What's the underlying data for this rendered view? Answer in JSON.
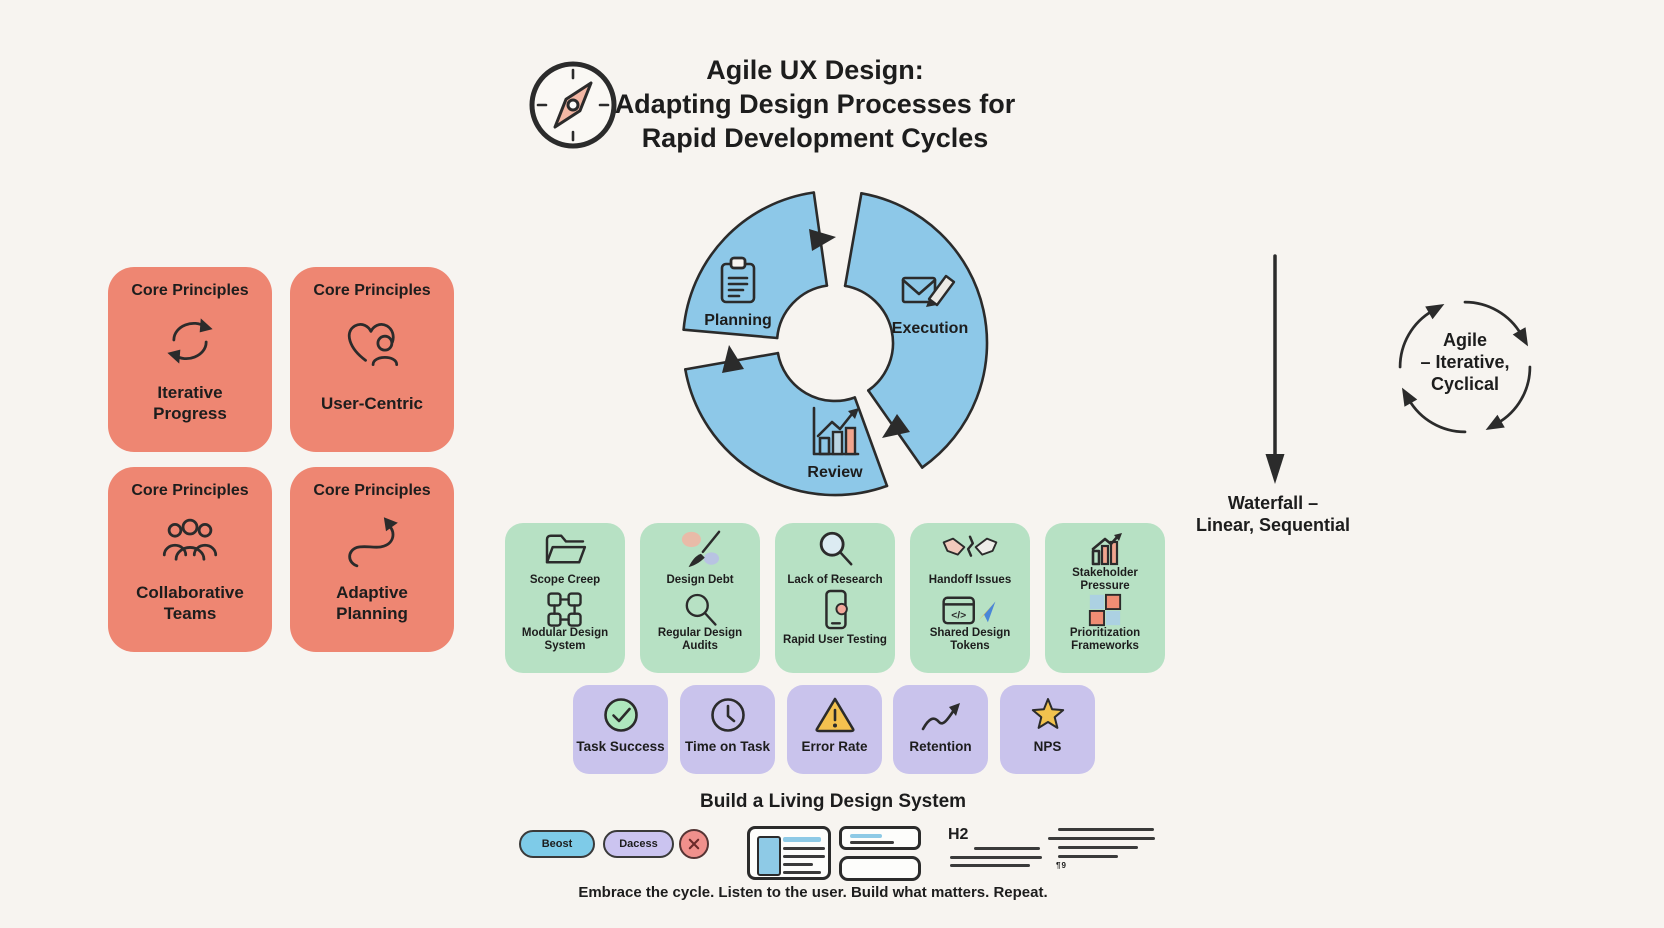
{
  "title": {
    "line1": "Agile UX Design:",
    "line2": "Adapting Design Processes for",
    "line3": "Rapid Development Cycles"
  },
  "core_principles": {
    "header": "Core Principles",
    "cards": [
      {
        "label": "Iterative Progress",
        "icon": "sync-icon"
      },
      {
        "label": "User-Centric",
        "icon": "heart-user-icon"
      },
      {
        "label": "Collaborative Teams",
        "icon": "team-icon"
      },
      {
        "label": "Adaptive Planning",
        "icon": "winding-arrow-icon"
      }
    ]
  },
  "cycle": {
    "stages": [
      {
        "label": "Planning",
        "icon": "clipboard-icon"
      },
      {
        "label": "Execution",
        "icon": "envelope-pencil-icon"
      },
      {
        "label": "Review",
        "icon": "bar-chart-icon"
      }
    ]
  },
  "comparison": {
    "waterfall": {
      "line1": "Waterfall –",
      "line2": "Linear, Sequential"
    },
    "agile": {
      "line1": "Agile",
      "line2": "– Iterative,",
      "line3": "Cyclical"
    }
  },
  "challenges": [
    {
      "problem": "Scope Creep",
      "solution": "Modular Design System",
      "problem_icon": "folder-icon",
      "solution_icon": "modules-icon"
    },
    {
      "problem": "Design Debt",
      "solution": "Regular Design Audits",
      "problem_icon": "paintbrush-icon",
      "solution_icon": "magnifier-icon"
    },
    {
      "problem": "Lack of Research",
      "solution": "Rapid User Testing",
      "problem_icon": "magnifier-icon",
      "solution_icon": "phone-icon"
    },
    {
      "problem": "Handoff Issues",
      "solution": "Shared Design Tokens",
      "problem_icon": "handshake-icon",
      "solution_icon": "code-token-icon"
    },
    {
      "problem": "Stakeholder Pressure",
      "solution": "Prioritization Frameworks",
      "problem_icon": "mini-chart-icon",
      "solution_icon": "quadrant-icon"
    }
  ],
  "metrics": [
    {
      "label": "Task Success",
      "icon": "check-circle-icon"
    },
    {
      "label": "Time on Task",
      "icon": "clock-icon"
    },
    {
      "label": "Error Rate",
      "icon": "warning-icon"
    },
    {
      "label": "Retention",
      "icon": "trend-up-icon"
    },
    {
      "label": "NPS",
      "icon": "star-icon"
    }
  ],
  "design_system": {
    "heading": "Build a Living Design System",
    "primary_button": "Beost",
    "secondary_button": "Dacess",
    "heading_sample": "H2",
    "caption_sample": "¶9"
  },
  "tagline": "Embrace the cycle. Listen to the user. Build what matters. Repeat.",
  "colors": {
    "background": "#f7f4f0",
    "principle_card": "#ee8672",
    "cycle_ring": "#8dc8e8",
    "challenge_card": "#b7e1c4",
    "metric_card": "#c9c3ec",
    "primary_button": "#7ecbe8",
    "secondary_button": "#cbc4f0",
    "delete_badge": "#f0908c",
    "ink": "#2b2b2b"
  }
}
